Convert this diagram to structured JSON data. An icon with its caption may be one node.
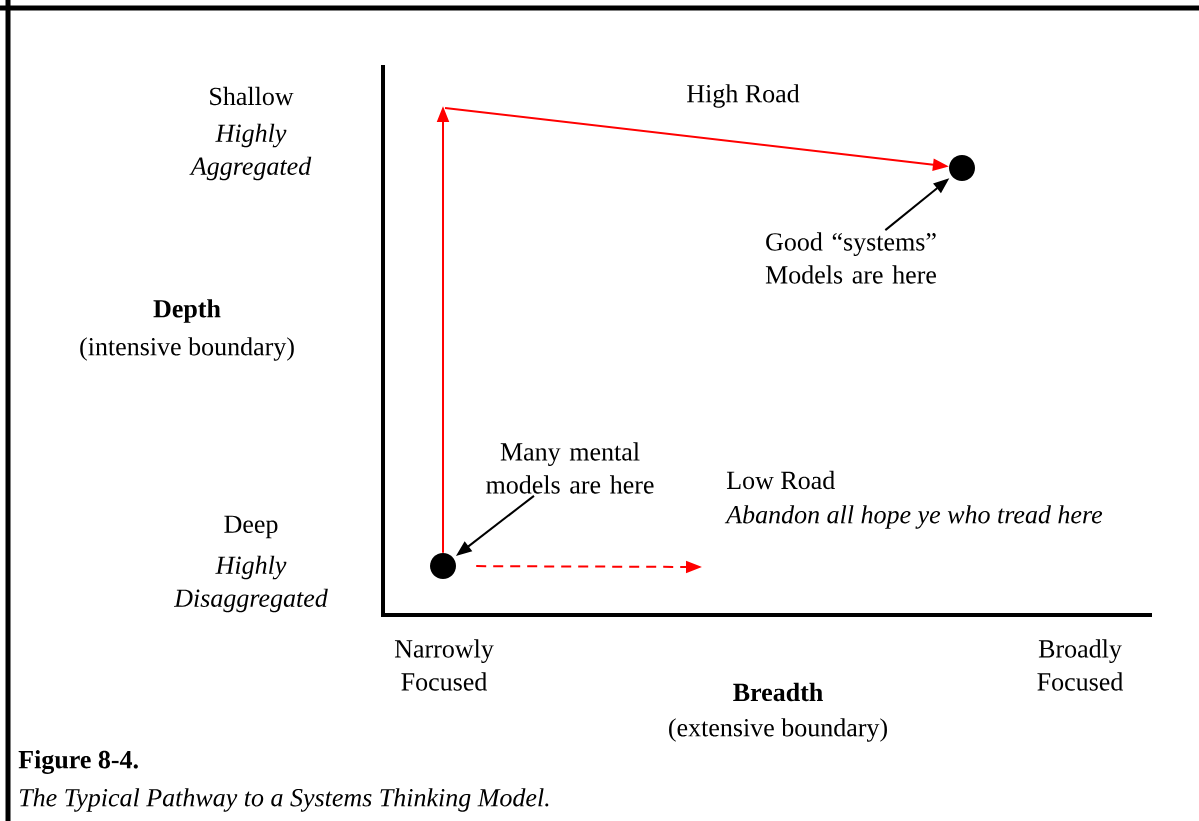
{
  "diagram": {
    "title": "Figure 8-4.",
    "caption": "The Typical Pathway to a Systems Thinking Model.",
    "nodes": [
      {
        "text": [],
        "shape": "circle"
      },
      {
        "text": [
          "Good “systems” Models are here"
        ]
      },
      {
        "text": [
          "Many mental models are here"
        ]
      },
      {
        "text": [],
        "shape": "circle"
      }
    ],
    "edges": [
      {
        "from": 3,
        "to": null,
        "arrow": "to",
        "color": "#ff0000"
      },
      {
        "from": null,
        "to": 0,
        "arrow": "to",
        "color": "#ff0000",
        "label": "High Road"
      },
      {
        "from": 3,
        "to": null,
        "arrow": "to",
        "style": "dashed",
        "color": "#ff0000"
      },
      {
        "from": 1,
        "to": 0,
        "arrow": "to",
        "color": "#000000"
      },
      {
        "from": 2,
        "to": 3,
        "arrow": "to",
        "color": "#000000"
      }
    ],
    "labels": [
      "Shallow",
      "Highly Aggregated",
      "Depth",
      "(intensive boundary)",
      "Deep",
      "Highly Disaggregated",
      "Low Road",
      "Abandon all hope ye who tread here",
      "Narrowly Focused",
      "Broadly Focused",
      "Breadth",
      "(extensive boundary)"
    ]
  }
}
